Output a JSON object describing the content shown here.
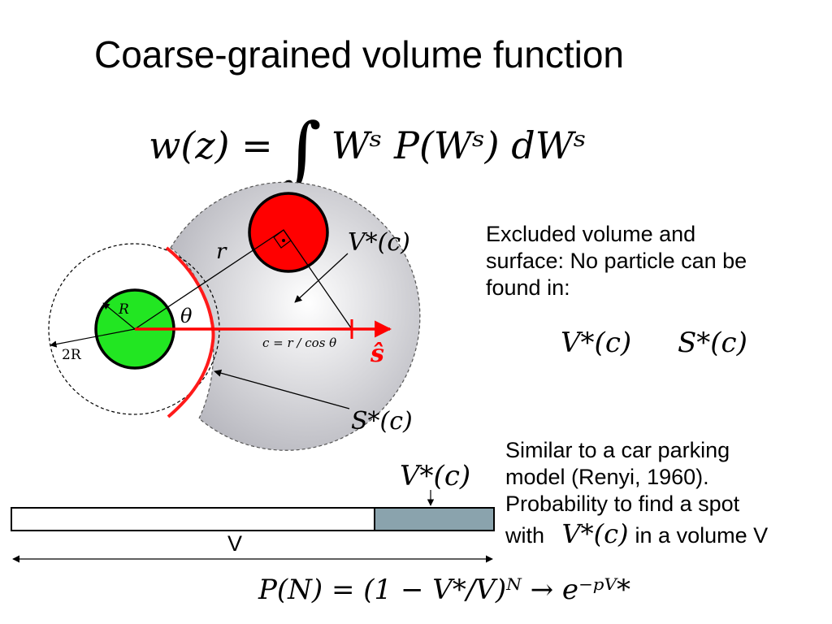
{
  "title": "Coarse-grained volume function",
  "equations": {
    "main_lhs": "w(z) =",
    "main_integral": "∫",
    "main_rhs": "Wˢ  P(Wˢ) dWˢ",
    "bottom": "P(N) = (1 − V*/V)ᴺ → e⁻ᵖⱽ*"
  },
  "diagram_labels": {
    "r": "r",
    "theta": "θ",
    "R": "R",
    "two_R": "2R",
    "c_formula": "c = r / cos θ",
    "s_hat": "ŝ",
    "V_star": "V*(c)",
    "S_star": "S*(c)"
  },
  "notes": {
    "excluded_line1": "Excluded volume and",
    "excluded_line2": "surface: No particle can be",
    "excluded_line3": "found in:",
    "excluded_Vstar": "V*(c)",
    "excluded_Sstar": "S*(c)",
    "parking_line1": "Similar  to a car parking",
    "parking_line2": "model (Renyi, 1960).",
    "parking_line3": "Probability to find a spot",
    "parking_line4_pre": "with",
    "parking_line4_math": "V*(c)",
    "parking_line4_post": "in a volume V"
  },
  "bar": {
    "V_star_label": "V*(c)",
    "V_label": "V"
  },
  "colors": {
    "red": "#ff0000",
    "green": "#22e622",
    "bar_fill": "#8aa3ad",
    "grey_region": "#cfcfd4"
  }
}
